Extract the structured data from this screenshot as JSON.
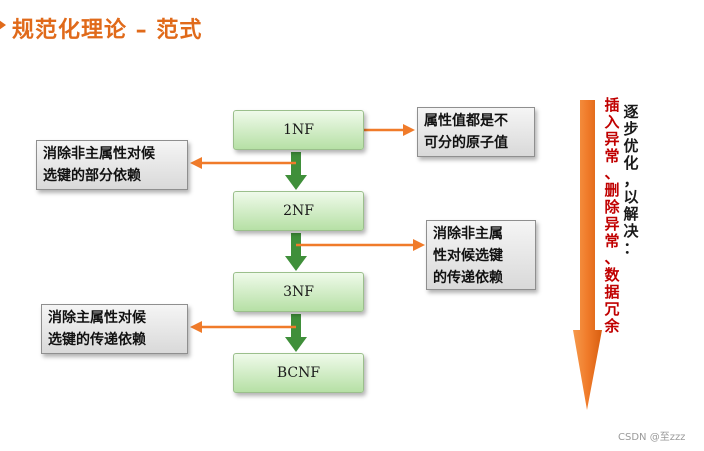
{
  "title": "规范化理论 – 范式",
  "nodes": [
    "1NF",
    "2NF",
    "3NF",
    "BCNF"
  ],
  "notes": {
    "atomic": [
      "属性值都是不",
      "可分的原子值"
    ],
    "partial": [
      "消除非主属性对候",
      "选键的部分依赖"
    ],
    "transitive_nonprime": [
      "消除非主属",
      "性对候选键",
      "的传递依赖"
    ],
    "transitive_prime": [
      "消除主属性对候",
      "选键的传递依赖"
    ]
  },
  "side_black": [
    "逐",
    "步",
    "优",
    "化",
    "，",
    "以",
    "解",
    "决",
    "："
  ],
  "side_red": [
    "插",
    "入",
    "异",
    "常",
    "、",
    "删",
    "除",
    "异",
    "常",
    "、",
    "数",
    "据",
    "冗",
    "余"
  ],
  "watermark": "CSDN @至zzz",
  "colors": {
    "title": "#e06a1a",
    "orange_arrow": "#f07b2a",
    "green_arrow": "#3f8f3a",
    "red_text": "#c00000"
  }
}
